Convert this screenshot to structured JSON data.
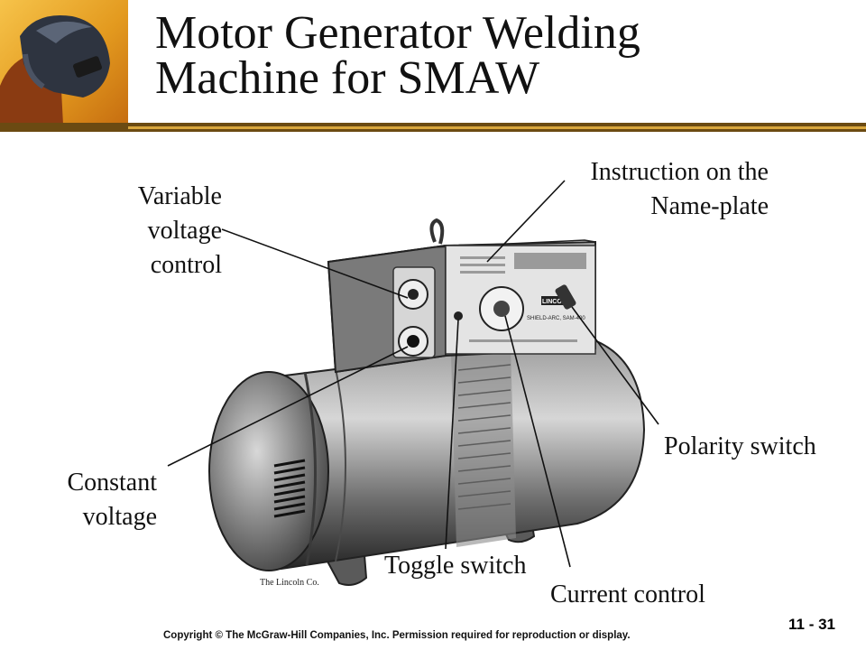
{
  "slide": {
    "title_line1": "Motor Generator Welding",
    "title_line2": "Machine for SMAW",
    "slide_number": "11 - 31",
    "copyright": "Copyright © The McGraw-Hill Companies, Inc. Permission required for reproduction or display."
  },
  "photo": {
    "credit": "The Lincoln Co.",
    "nameplate_brand": "LINCOLN",
    "nameplate_model": "SHIELD-ARC, SAM-400"
  },
  "labels": {
    "variable_voltage": [
      "Variable",
      "voltage",
      "control"
    ],
    "nameplate": [
      "Instruction on the",
      "Name-plate"
    ],
    "polarity": "Polarity switch",
    "constant_voltage": [
      "Constant",
      "voltage"
    ],
    "toggle": "Toggle switch",
    "current": "Current control"
  }
}
